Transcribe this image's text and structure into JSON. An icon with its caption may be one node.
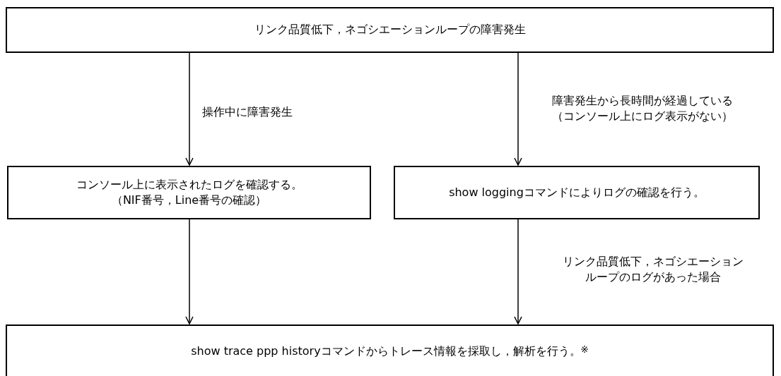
{
  "diagram": {
    "nodes": [
      {
        "text": [
          "リンク品質低下，ネゴシエーションループの障害発生"
        ]
      },
      {
        "text": [
          "コンソール上に表示されたログを確認する。（NIF番号，Line番号の確認）"
        ]
      },
      {
        "text": [
          "show loggingコマンドによりログの確認を行う。"
        ]
      },
      {
        "text": [
          "show trace ppp historyコマンドからトレース情報を採取し，解析を行う。$^{※}$"
        ]
      }
    ],
    "edges": [
      {
        "from": 0,
        "to": 1,
        "arrow": "to",
        "label": "操作中に障害発生"
      },
      {
        "from": 0,
        "to": 2,
        "arrow": "to",
        "label": "障害発生から長時間が経過している（コンソール上にログ表示がない）"
      },
      {
        "from": 1,
        "to": 3,
        "arrow": "to"
      },
      {
        "from": 2,
        "to": 3,
        "arrow": "to",
        "label": "リンク品質低下，ネゴシエーションループのログがあった場合"
      }
    ]
  }
}
